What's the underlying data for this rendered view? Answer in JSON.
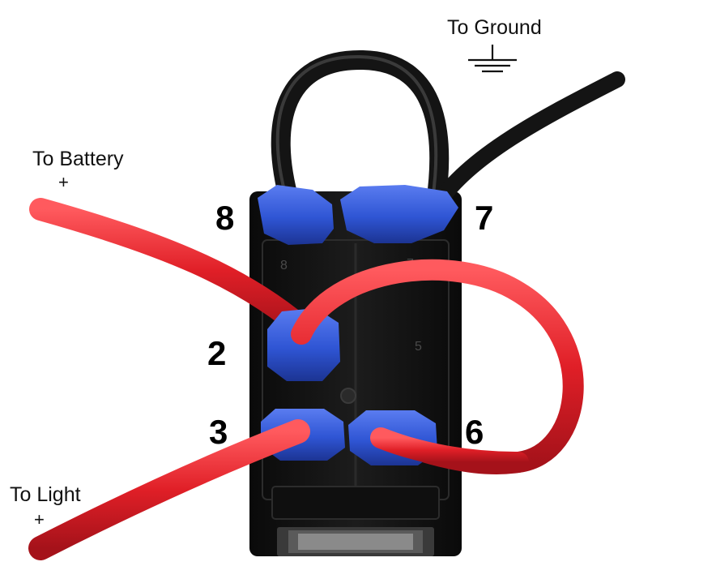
{
  "labels": {
    "ground": "To Ground",
    "battery": "To Battery",
    "battery_sign": "+",
    "light": "To Light",
    "light_sign": "+"
  },
  "pins": {
    "p8": "8",
    "p7": "7",
    "p2": "2",
    "p3": "3",
    "p6": "6"
  },
  "colors": {
    "switch_body": "#121212",
    "wire_red": "#e0232b",
    "wire_black": "#141414",
    "connector_blue": "#2f55d4"
  }
}
